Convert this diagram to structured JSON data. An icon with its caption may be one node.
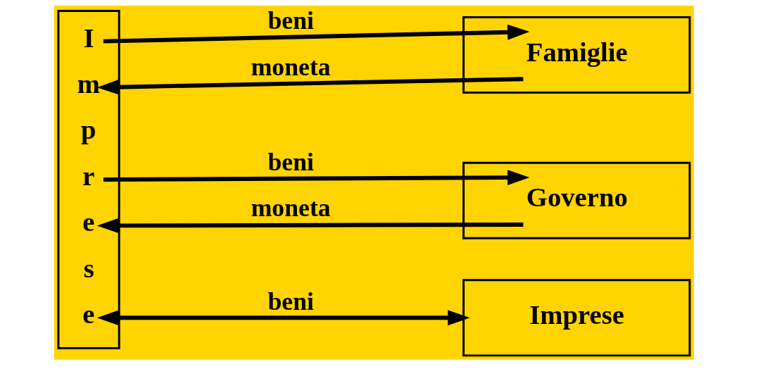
{
  "diagram": {
    "nodes": [
      {
        "text": [
          "Imprese"
        ]
      },
      {
        "text": [
          "Famiglie"
        ]
      },
      {
        "text": [
          "Governo"
        ]
      },
      {
        "text": [
          "Imprese"
        ]
      }
    ],
    "edges": [
      {
        "from": 0,
        "to": 1,
        "arrow": "to",
        "label": "beni"
      },
      {
        "from": 1,
        "to": 0,
        "arrow": "to",
        "label": "moneta"
      },
      {
        "from": 0,
        "to": 2,
        "arrow": "to",
        "label": "beni"
      },
      {
        "from": 2,
        "to": 0,
        "arrow": "to",
        "label": "moneta"
      },
      {
        "from": 0,
        "to": 3,
        "arrow": "both",
        "label": "beni"
      }
    ]
  }
}
